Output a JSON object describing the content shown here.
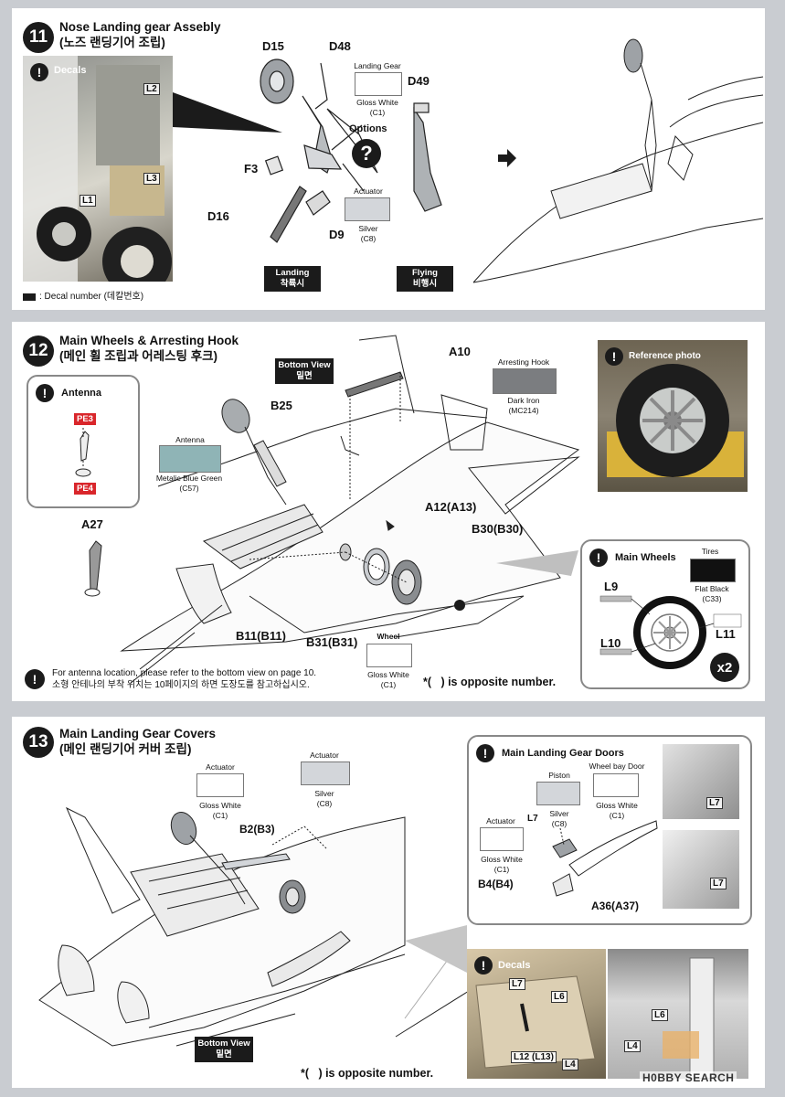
{
  "step11": {
    "number": "11",
    "title_en": "Nose Landing gear Assebly",
    "title_ko": "(노즈 랜딩기어 조립)",
    "decals_label": "Decals",
    "decal_tags": [
      "L2",
      "L3",
      "L1"
    ],
    "decal_legend": ": Decal number (데칼번호)",
    "parts": [
      "D15",
      "D48",
      "D49",
      "F3",
      "D16",
      "D9"
    ],
    "landing_gear_label": "Landing Gear",
    "gloss_white": "Gloss White",
    "gloss_white_code": "(C1)",
    "options_label": "Options",
    "question_mark": "?",
    "actuator_label": "Actuator",
    "silver": "Silver",
    "silver_code": "(C8)",
    "landing_en": "Landing",
    "landing_ko": "착륙시",
    "flying_en": "Flying",
    "flying_ko": "비행시"
  },
  "step12": {
    "number": "12",
    "title_en": "Main Wheels & Arresting Hook",
    "title_ko": "(메인 휠 조립과 어레스팅 후크)",
    "bottom_view_en": "Bottom View",
    "bottom_view_ko": "밑면",
    "antenna_callout_title": "Antenna",
    "pe3": "PE3",
    "pe4": "PE4",
    "antenna_label": "Antenna",
    "antenna_color": "Metalic Blue Green",
    "antenna_code": "(C57)",
    "arresting_hook_label": "Arresting Hook",
    "dark_iron": "Dark Iron",
    "dark_iron_code": "(MC214)",
    "parts": [
      "A10",
      "B25",
      "A27",
      "A12(A13)",
      "B30(B30)",
      "B11(B11)",
      "B31(B31)"
    ],
    "wheel_label": "Wheel",
    "gloss_white": "Gloss White",
    "gloss_white_code": "(C1)",
    "reference_photo": "Reference photo",
    "main_wheels_title": "Main Wheels",
    "tires_label": "Tires",
    "flat_black": "Flat Black",
    "flat_black_code": "(C33)",
    "decals": [
      "L9",
      "L10",
      "L11"
    ],
    "x2": "x2",
    "note_en": "For antenna location, please refer to the bottom view on page 10.",
    "note_ko": "소형 안테나의 부착 위치는 10페이지의 하면 도장도를 참고하십시오.",
    "opposite": "*(   ) is opposite number."
  },
  "step13": {
    "number": "13",
    "title_en": "Main Landing Gear Covers",
    "title_ko": "(메인 랜딩기어 커버 조립)",
    "actuator1": "Actuator",
    "gloss_white": "Gloss White",
    "gloss_white_code": "(C1)",
    "actuator2": "Actuator",
    "silver": "Silver",
    "silver_code": "(C8)",
    "part_b2": "B2(B3)",
    "doors_title": "Main Landing Gear Doors",
    "piston": "Piston",
    "wheel_bay_door": "Wheel bay Door",
    "door_actuator": "Actuator",
    "l7": "L7",
    "part_b4": "B4(B4)",
    "part_a36": "A36(A37)",
    "photo_tags": [
      "L7",
      "L7"
    ],
    "decals_label": "Decals",
    "decal_photo_tags": [
      "L7",
      "L6",
      "L12 (L13)",
      "L4",
      "L6",
      "L4"
    ],
    "bottom_view_en": "Bottom View",
    "bottom_view_ko": "밑면",
    "opposite": "*(   ) is opposite number."
  },
  "watermark": "H0BBY SEARCH",
  "colors": {
    "gloss_white": "#ffffff",
    "silver": "#d3d6da",
    "metalic_blue_green": "#8fb4b6",
    "dark_iron": "#7b7d80",
    "flat_black": "#111111",
    "background": "#c9ccd1"
  }
}
